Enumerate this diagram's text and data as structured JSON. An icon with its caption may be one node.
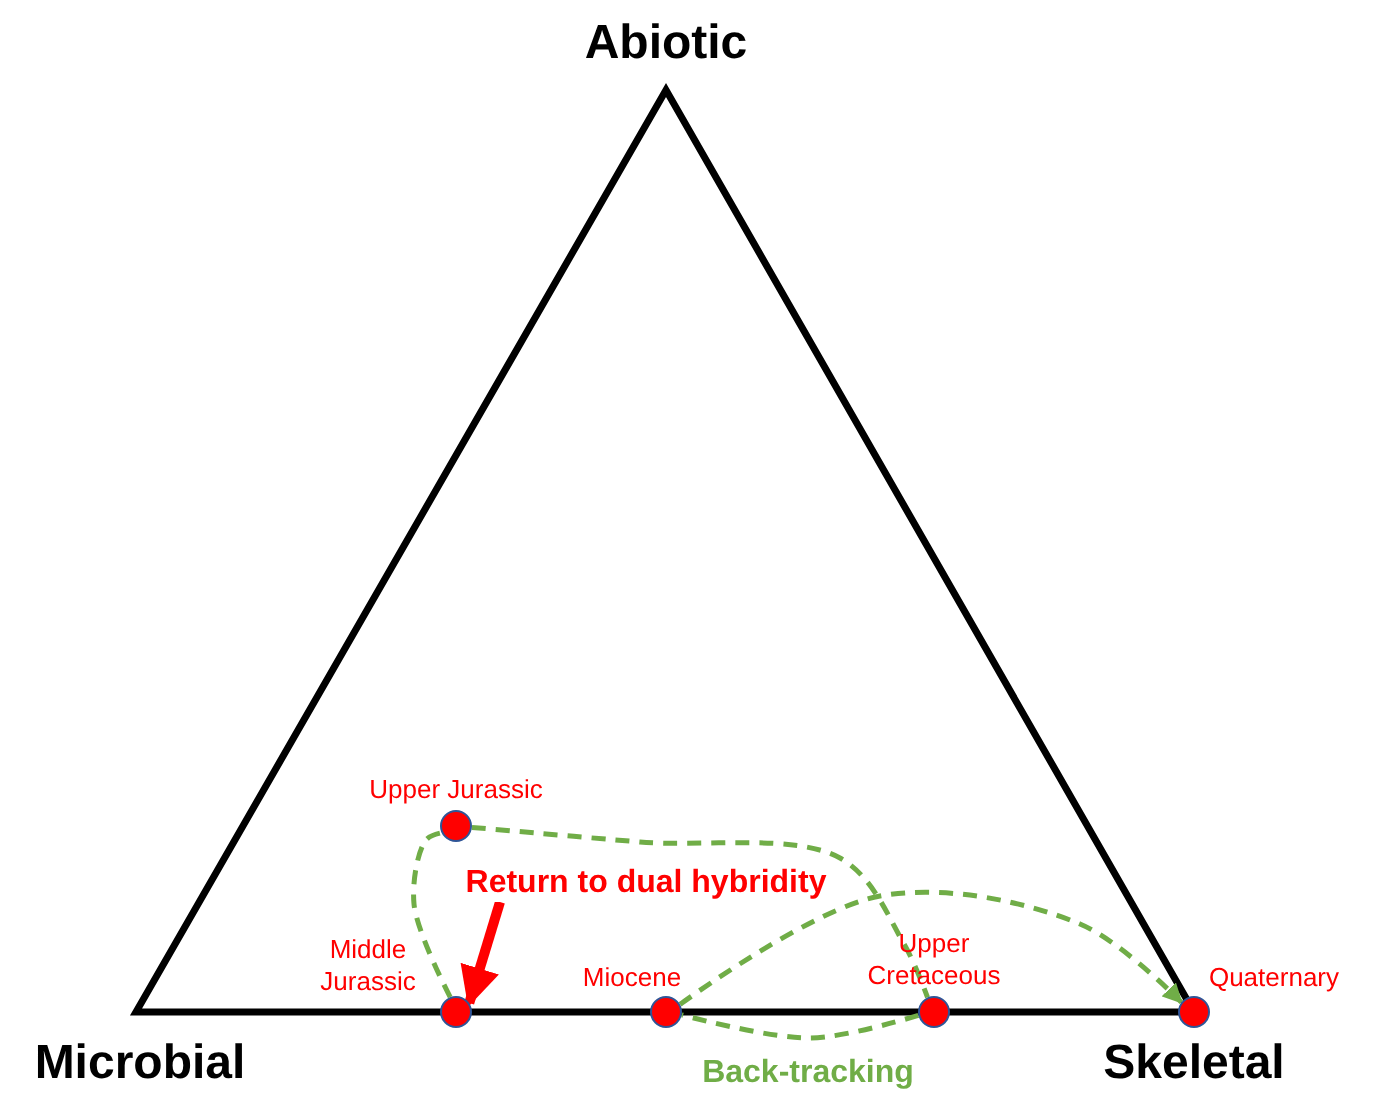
{
  "diagram": {
    "nodes": [
      {
        "text": [],
        "shape": "circle",
        "beside": [
          "Upper Jurassic"
        ]
      },
      {
        "text": [],
        "shape": "circle",
        "beside": [
          "Middle Jurassic"
        ]
      },
      {
        "text": [],
        "shape": "circle",
        "beside": [
          "Miocene"
        ]
      },
      {
        "text": [],
        "shape": "circle",
        "beside": [
          "Upper Cretaceous"
        ]
      },
      {
        "text": [],
        "shape": "circle",
        "beside": [
          "Quaternary"
        ]
      },
      {
        "text": [
          "Return to dual hybridity"
        ]
      }
    ],
    "edges": [
      {
        "from": 1,
        "to": 0,
        "arrow": "none",
        "style": "dashed"
      },
      {
        "from": 0,
        "to": 3,
        "arrow": "none",
        "style": "dashed"
      },
      {
        "from": 3,
        "to": 2,
        "arrow": "none",
        "style": "dashed",
        "label": "Back-tracking"
      },
      {
        "from": 2,
        "to": 4,
        "arrow": "to",
        "style": "dashed"
      },
      {
        "from": 5,
        "to": 1,
        "arrow": "to",
        "style": "thick",
        "color": "#ff0000"
      }
    ],
    "labels": [
      "Abiotic",
      "Microbial",
      "Skeletal"
    ]
  }
}
